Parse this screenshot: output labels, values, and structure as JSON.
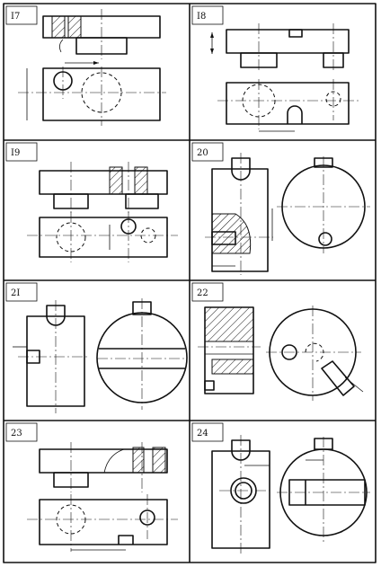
{
  "problems": [
    {
      "label": "I7"
    },
    {
      "label": "I8"
    },
    {
      "label": "I9"
    },
    {
      "label": "20"
    },
    {
      "label": "2I"
    },
    {
      "label": "22"
    },
    {
      "label": "23"
    },
    {
      "label": "24"
    }
  ]
}
